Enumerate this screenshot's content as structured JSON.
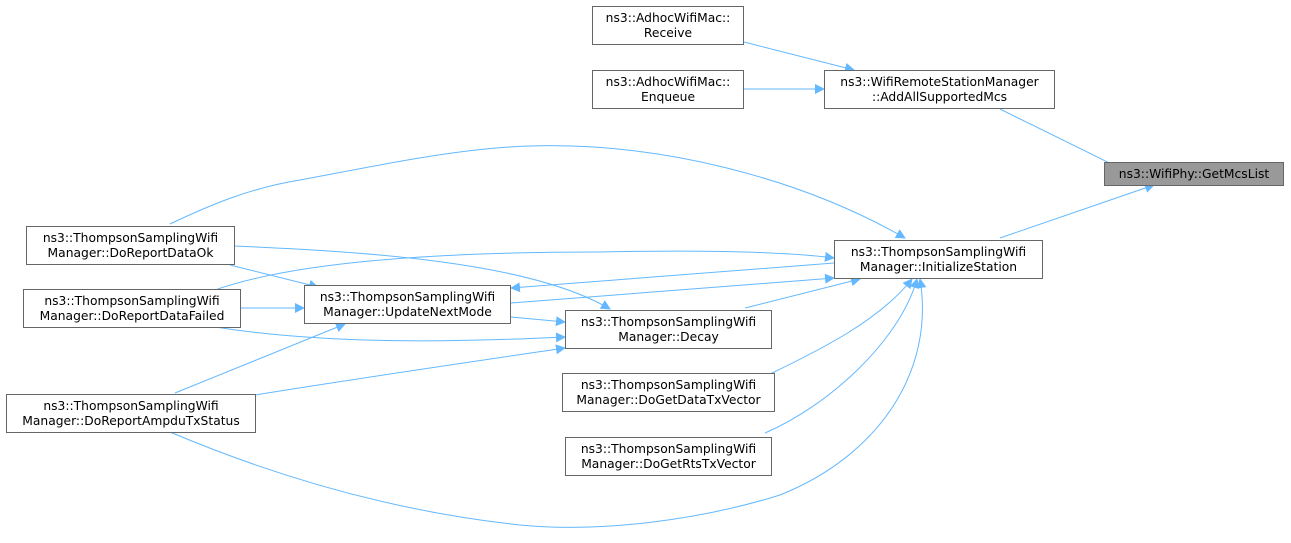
{
  "graph": {
    "nodes": {
      "getmcslist": [
        "ns3::WifiPhy::GetMcsList"
      ],
      "addallsupportedmcs": [
        "ns3::WifiRemoteStationManager",
        "::AddAllSupportedMcs"
      ],
      "adhoc_receive": [
        "ns3::AdhocWifiMac::",
        "Receive"
      ],
      "adhoc_enqueue": [
        "ns3::AdhocWifiMac::",
        "Enqueue"
      ],
      "initializestation": [
        "ns3::ThompsonSamplingWifi",
        "Manager::InitializeStation"
      ],
      "doreportdataok": [
        "ns3::ThompsonSamplingWifi",
        "Manager::DoReportDataOk"
      ],
      "doreportdatafailed": [
        "ns3::ThompsonSamplingWifi",
        "Manager::DoReportDataFailed"
      ],
      "updatenextmode": [
        "ns3::ThompsonSamplingWifi",
        "Manager::UpdateNextMode"
      ],
      "decay": [
        "ns3::ThompsonSamplingWifi",
        "Manager::Decay"
      ],
      "doreportampdutxstatus": [
        "ns3::ThompsonSamplingWifi",
        "Manager::DoReportAmpduTxStatus"
      ],
      "dogetdatatxvector": [
        "ns3::ThompsonSamplingWifi",
        "Manager::DoGetDataTxVector"
      ],
      "dogetrtstxvector": [
        "ns3::ThompsonSamplingWifi",
        "Manager::DoGetRtsTxVector"
      ]
    },
    "colors": {
      "edge": "#63b8ff",
      "node_border": "#666666",
      "focus_fill": "#999999"
    }
  }
}
